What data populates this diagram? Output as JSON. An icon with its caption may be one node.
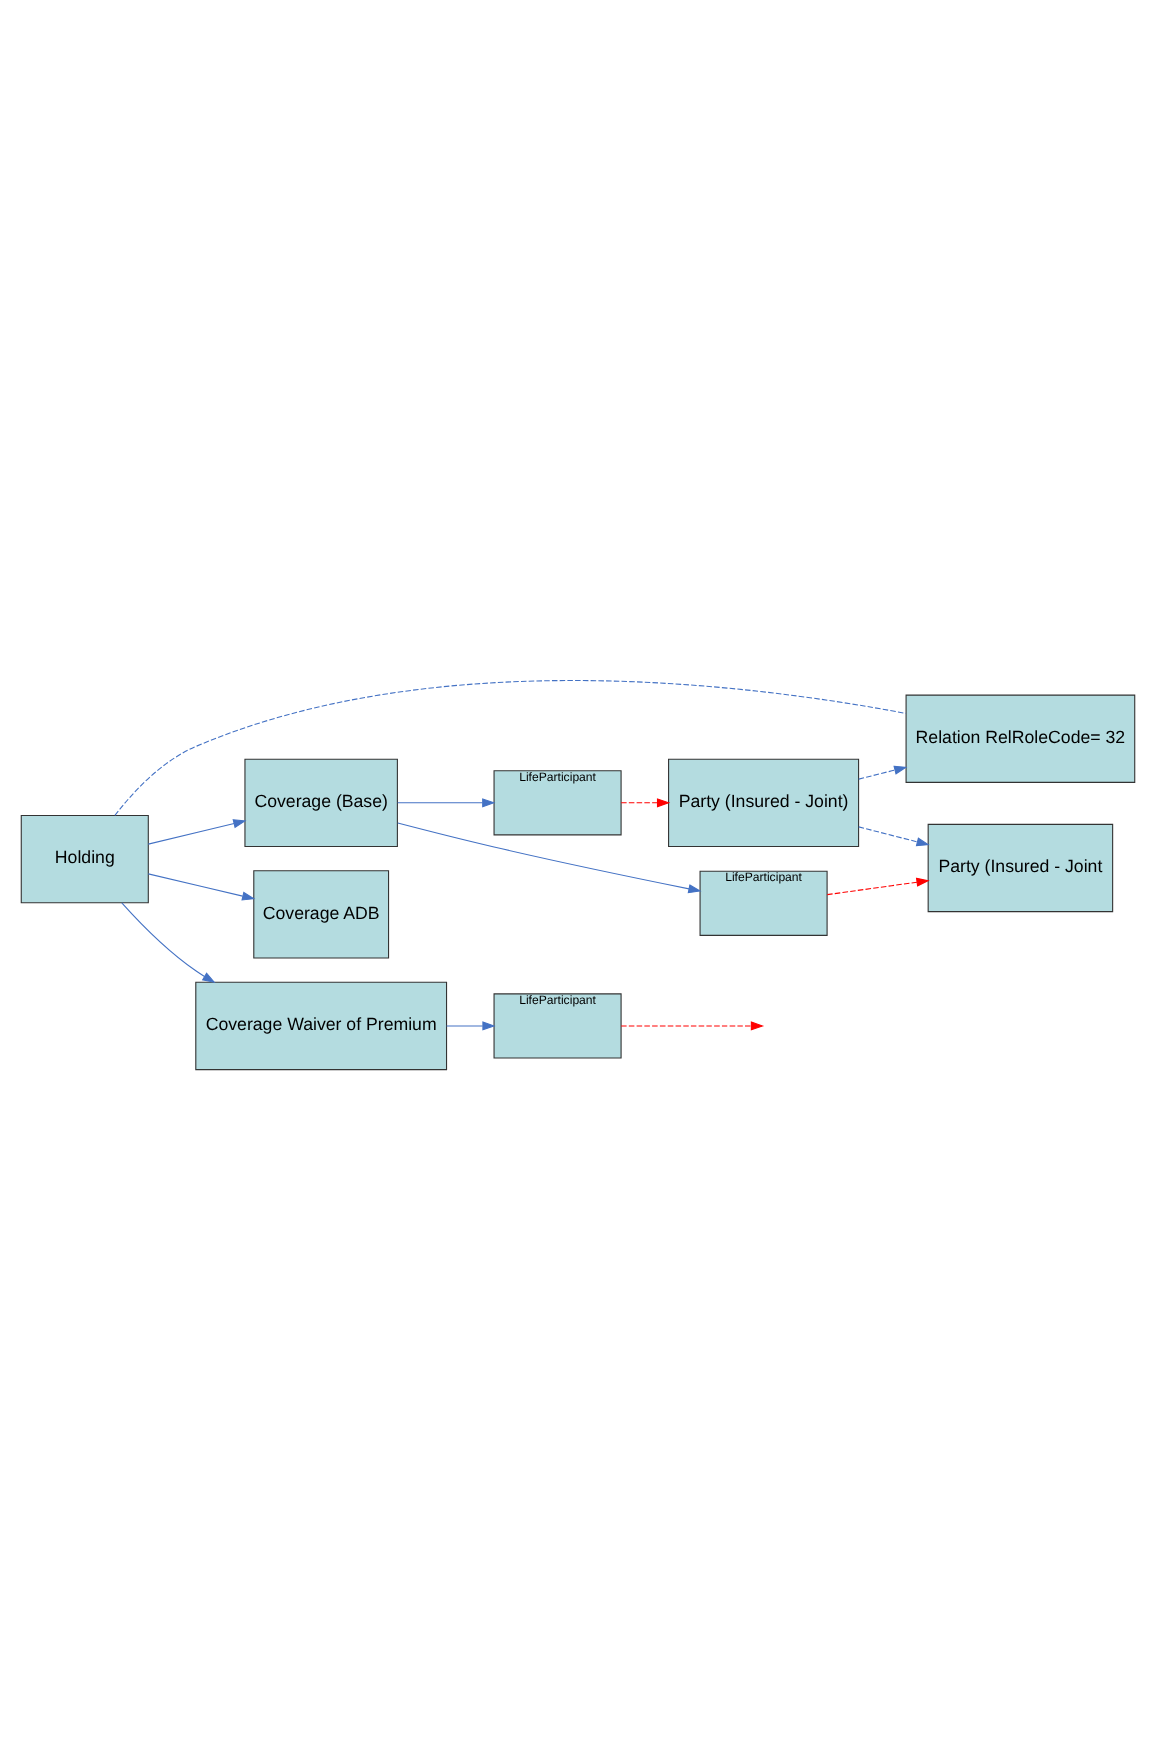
{
  "diagram": {
    "nodes": [
      {
        "text": [
          "Holding"
        ]
      },
      {
        "text": [
          "Relation RelRoleCode= 32"
        ]
      },
      {
        "text": [
          "Party (Insured - Joint)"
        ]
      },
      {
        "text": [
          "Party (Insured - Joint"
        ]
      },
      {
        "text": [
          "Coverage (Base)"
        ]
      },
      {
        "text": [
          "LifeParticipant"
        ]
      },
      {
        "text": [
          "LifeParticipant"
        ]
      },
      {
        "text": [
          "Coverage ADB"
        ]
      },
      {
        "text": [
          "Coverage Waiver of Premium"
        ]
      },
      {
        "text": [
          "LifeParticipant"
        ]
      }
    ],
    "edges": [
      {
        "from": 0,
        "to": 1,
        "arrow": "none",
        "style": "dashed"
      },
      {
        "from": 2,
        "to": 1,
        "arrow": "to",
        "style": "dashed"
      },
      {
        "from": 2,
        "to": 3,
        "arrow": "to",
        "style": "dashed"
      },
      {
        "from": 0,
        "to": 4,
        "arrow": "to"
      },
      {
        "from": 4,
        "to": 5,
        "arrow": "to"
      },
      {
        "from": 4,
        "to": 6,
        "arrow": "to"
      },
      {
        "from": 0,
        "to": 7,
        "arrow": "to"
      },
      {
        "from": 0,
        "to": 8,
        "arrow": "to"
      },
      {
        "from": 8,
        "to": 9,
        "arrow": "to"
      },
      {
        "from": 5,
        "to": 2,
        "arrow": "to",
        "style": "dashed",
        "color": "#ff0000"
      },
      {
        "from": 6,
        "to": 3,
        "arrow": "to",
        "style": "dashed",
        "color": "#ff0000"
      },
      {
        "from": 9,
        "to": null,
        "arrow": "to",
        "style": "dashed",
        "color": "#ff0000"
      }
    ]
  }
}
